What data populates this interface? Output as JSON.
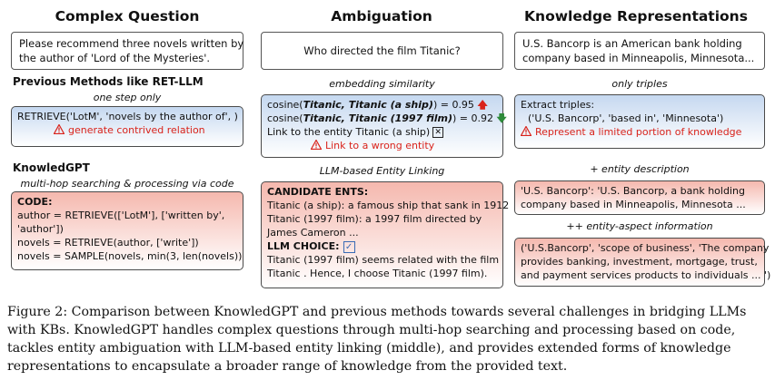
{
  "columns": {
    "c1": "Complex Question",
    "c2": "Ambiguation",
    "c3": "Knowledge Representations"
  },
  "questions": {
    "q1_line1": "Please recommend three novels written by",
    "q1_line2": "the author of 'Lord of the Mysteries'.",
    "q2": "Who directed the film Titanic?",
    "q3_line1": "U.S. Bancorp is an American bank holding",
    "q3_line2": "company based in Minneapolis, Minnesota..."
  },
  "left": {
    "prev_title": "Previous Methods like RET-LLM",
    "prev_sub": "one step only",
    "prev_code": "RETRIEVE('LotM', 'novels by the author of', )",
    "prev_warn": "generate contrived relation",
    "kgpt_title": "KnowledGPT",
    "kgpt_sub": "multi-hop searching & processing via code",
    "code_header": "CODE:",
    "code_l1": "author = RETRIEVE(['LotM'], ['written by',",
    "code_l2": "'author'])",
    "code_l3": "novels = RETRIEVE(author, ['write'])",
    "code_l4": "novels = SAMPLE(novels, min(3, len(novels))"
  },
  "middle": {
    "emb_label": "embedding similarity",
    "cos1_pre": "cosine(",
    "cos1_args": "Titanic, Titanic (a ship)",
    "cos1_post": ") = 0.95",
    "cos2_pre": "cosine(",
    "cos2_args": "Titanic, Titanic (1997 film)",
    "cos2_post": ") = 0.92",
    "link_text": "Link to the entity Titanic (a ship)",
    "warn": "Link to a wrong entity",
    "llm_label": "LLM-based Entity Linking",
    "cand_header": "CANDIDATE ENTS:",
    "cand_l1": "Titanic (a ship): a famous ship that sank in 1912",
    "cand_l2": "Titanic (1997 film): a 1997 film directed by",
    "cand_l3": "James Cameron ...",
    "choice_header": "LLM CHOICE:",
    "choice_l1": "Titanic (1997 film) seems related with the film",
    "choice_l2": "Titanic . Hence, I choose Titanic (1997 film)."
  },
  "right": {
    "only_label": "only triples",
    "extract": "Extract triples:",
    "triple": "('U.S. Bancorp', 'based in', 'Minnesota')",
    "warn": "Represent a limited portion of knowledge",
    "desc_label": "+ entity description",
    "desc_l1": "'U.S. Bancorp': 'U.S. Bancorp, a bank holding",
    "desc_l2": "company based in Minneapolis, Minnesota ...",
    "aspect_label": "++ entity-aspect information",
    "asp_l1": "('U.S.Bancorp', 'scope of business', 'The company",
    "asp_l2": "provides banking, investment, mortgage, trust,",
    "asp_l3": "and payment services products to individuals ... ')"
  },
  "caption": {
    "l1": "Figure 2: Comparison between KnowledGPT and previous methods towards several challenges in bridging LLMs",
    "l2": "with KBs. KnowledGPT handles complex questions through multi-hop searching and processing based on code,",
    "l3": "tackles entity ambiguation with LLM-based entity linking (middle), and provides extended forms of knowledge",
    "l4": "representations to encapsulate a broader range of knowledge from the provided text."
  },
  "colors": {
    "warning": "#d9231b",
    "blue_box": "#c5d8f0",
    "red_box": "#f5b8ae"
  }
}
